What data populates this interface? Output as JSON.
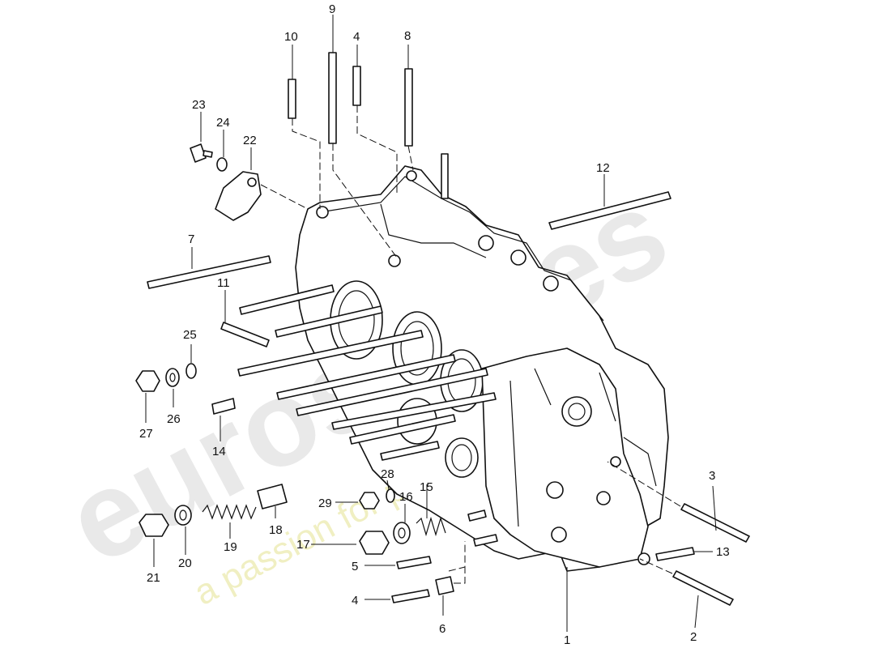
{
  "watermark": {
    "brand": "eurospares",
    "tagline": "a passion for parts since 1985"
  },
  "callouts": {
    "n1": "1",
    "n2": "2",
    "n3": "3",
    "n4a": "4",
    "n4b": "4",
    "n5": "5",
    "n6": "6",
    "n7": "7",
    "n8": "8",
    "n9": "9",
    "n10": "10",
    "n11": "11",
    "n12": "12",
    "n13": "13",
    "n14": "14",
    "n15": "15",
    "n16": "16",
    "n17": "17",
    "n18": "18",
    "n19": "19",
    "n20": "20",
    "n21": "21",
    "n22": "22",
    "n23": "23",
    "n24": "24",
    "n25": "25",
    "n26": "26",
    "n27": "27",
    "n28": "28",
    "n29": "29"
  }
}
